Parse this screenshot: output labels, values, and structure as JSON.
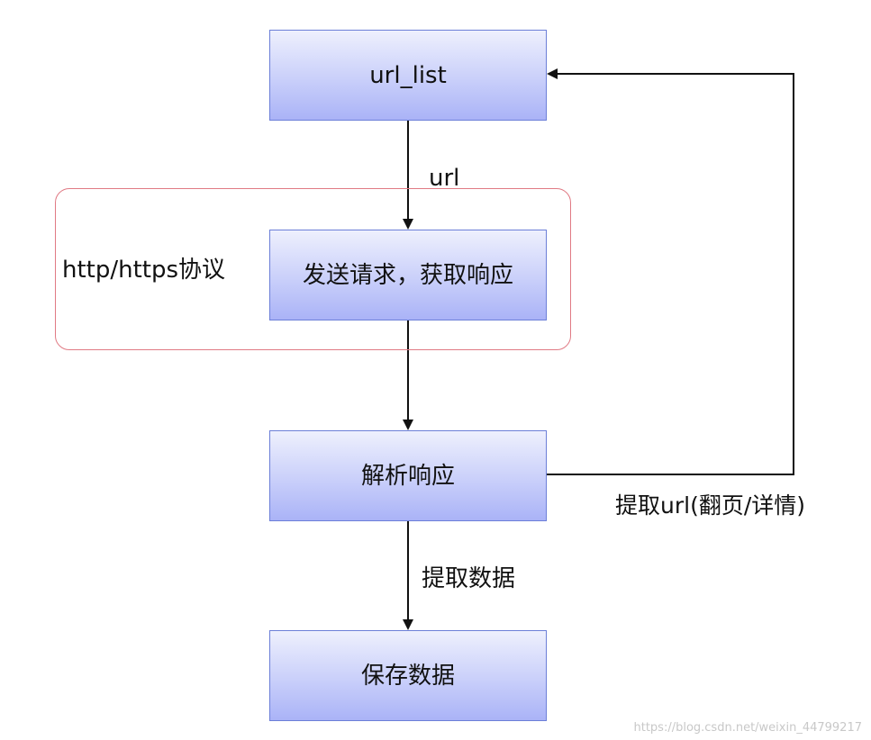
{
  "nodes": {
    "url_list": "url_list",
    "send_request": "发送请求，获取响应",
    "parse_response": "解析响应",
    "save_data": "保存数据"
  },
  "group": {
    "protocol_label": "http/https协议"
  },
  "edges": {
    "url": "url",
    "extract_url": "提取url(翻页/详情)",
    "extract_data": "提取数据"
  },
  "watermark": "https://blog.csdn.net/weixin_44799217",
  "colors": {
    "node_border": "#6c7fd8",
    "node_fill_top": "#eef0fd",
    "node_fill_bottom": "#aab3f7",
    "group_border": "#e07a84",
    "arrow": "#111111"
  }
}
